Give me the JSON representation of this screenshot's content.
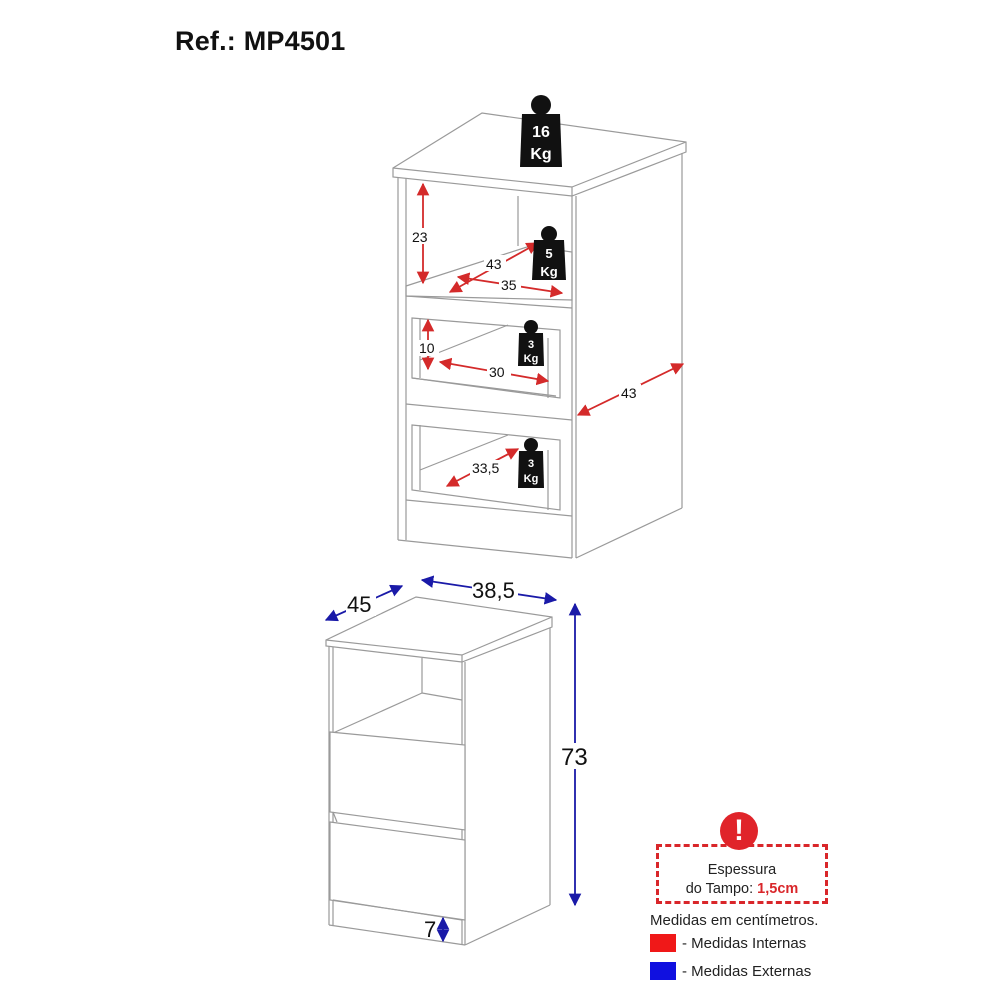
{
  "header": {
    "ref_label": "Ref.: MP4501"
  },
  "internal_view": {
    "weights": [
      {
        "value": "16",
        "unit": "Kg",
        "location": "top"
      },
      {
        "value": "5",
        "unit": "Kg",
        "location": "shelf"
      },
      {
        "value": "3",
        "unit": "Kg",
        "location": "drawer-1"
      },
      {
        "value": "3",
        "unit": "Kg",
        "location": "drawer-2"
      }
    ],
    "dimensions": {
      "niche_height": "23",
      "niche_depth": "43",
      "niche_width": "35",
      "drawer_height": "10",
      "drawer_width": "30",
      "drawer_depth": "33,5",
      "side_depth": "43"
    }
  },
  "external_view": {
    "dimensions": {
      "depth": "45",
      "width": "38,5",
      "height": "73",
      "base_height": "7"
    }
  },
  "legend": {
    "warning_icon": "exclamation-icon",
    "warning_line1": "Espessura",
    "warning_line2_prefix": "do Tampo: ",
    "warning_value": "1,5cm",
    "units_note": "Medidas em centímetros.",
    "items": [
      {
        "label": "- Medidas Internas",
        "color": "#f01818"
      },
      {
        "label": "- Medidas Externas",
        "color": "#1010e0"
      }
    ]
  },
  "colors": {
    "internal": "#d42a2a",
    "external": "#1a1aa8",
    "outline": "#9a9a9a",
    "weight_badge": "#111111"
  }
}
